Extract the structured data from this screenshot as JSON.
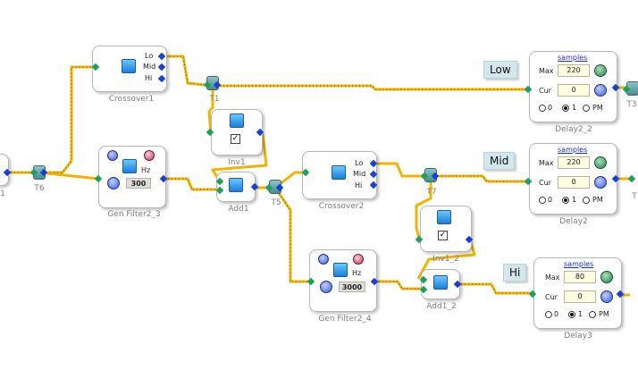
{
  "labels": {
    "low": "Low",
    "mid": "Mid",
    "hi": "Hi"
  },
  "components": {
    "crossover1": {
      "caption": "Crossover1",
      "out_lo": "Lo",
      "out_mid": "Mid",
      "out_hi": "Hi"
    },
    "crossover2": {
      "caption": "Crossover2",
      "out_lo": "Lo",
      "out_mid": "Mid",
      "out_hi": "Hi"
    },
    "inv1": {
      "caption": "Inv1"
    },
    "inv1_2": {
      "caption": "Inv1_2"
    },
    "add1": {
      "caption": "Add1"
    },
    "add1_2": {
      "caption": "Add1_2"
    },
    "genfilter2_3": {
      "caption": "Gen Filter2_3",
      "freq": "300",
      "unit": "Hz"
    },
    "genfilter2_4": {
      "caption": "Gen Filter2_4",
      "freq": "3000",
      "unit": "Hz"
    },
    "delay2_2": {
      "caption": "Delay2_2",
      "title": "samples",
      "max_label": "Max",
      "max": "220",
      "cur_label": "Cur",
      "cur": "0",
      "r0": "0",
      "r1": "1",
      "rpm": "PM"
    },
    "delay2": {
      "caption": "Delay2",
      "title": "samples",
      "max_label": "Max",
      "max": "220",
      "cur_label": "Cur",
      "cur": "0",
      "r0": "0",
      "r1": "1",
      "rpm": "PM"
    },
    "delay3": {
      "caption": "Delay3",
      "title": "samples",
      "max_label": "Max",
      "max": "80",
      "cur_label": "Cur",
      "cur": "0",
      "r0": "0",
      "r1": "1",
      "rpm": "PM"
    }
  },
  "tees": {
    "t1": "T1",
    "t5": "T5",
    "t6": "T6",
    "t7": "T7",
    "t3": "T3",
    "t_cut": "T",
    "left_cut": "1"
  },
  "colors": {
    "wire": "#f0b400",
    "wire_dot": "#505050",
    "pin_out": "#1a3fd8",
    "pin_in": "#1ea05a",
    "label_bg": "#d2e8ec"
  }
}
